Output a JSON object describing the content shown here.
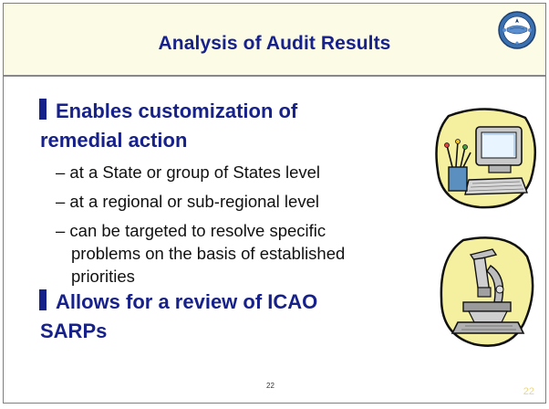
{
  "slide": {
    "title": "Analysis of Audit Results",
    "bullets": [
      {
        "text_line1": "Enables customization of",
        "text_line2": "remedial action",
        "subitems": [
          "– at a State or group of States level",
          "– at a regional or sub-regional level",
          "– can be targeted to resolve specific",
          "problems on the basis of established",
          "priorities"
        ]
      },
      {
        "text_line1": "Allows for a review of ICAO",
        "text_line2": "SARPs"
      }
    ],
    "footer_center": "22",
    "footer_page": "22"
  },
  "icons": {
    "emblem": "icao-emblem-icon",
    "computer": "computer-clipart-icon",
    "microscope": "microscope-clipart-icon"
  },
  "colors": {
    "title": "#17218a",
    "header_bg": "#fbfbe6",
    "blob_fill": "#f5f0a0",
    "page_number": "#f3d86a"
  }
}
